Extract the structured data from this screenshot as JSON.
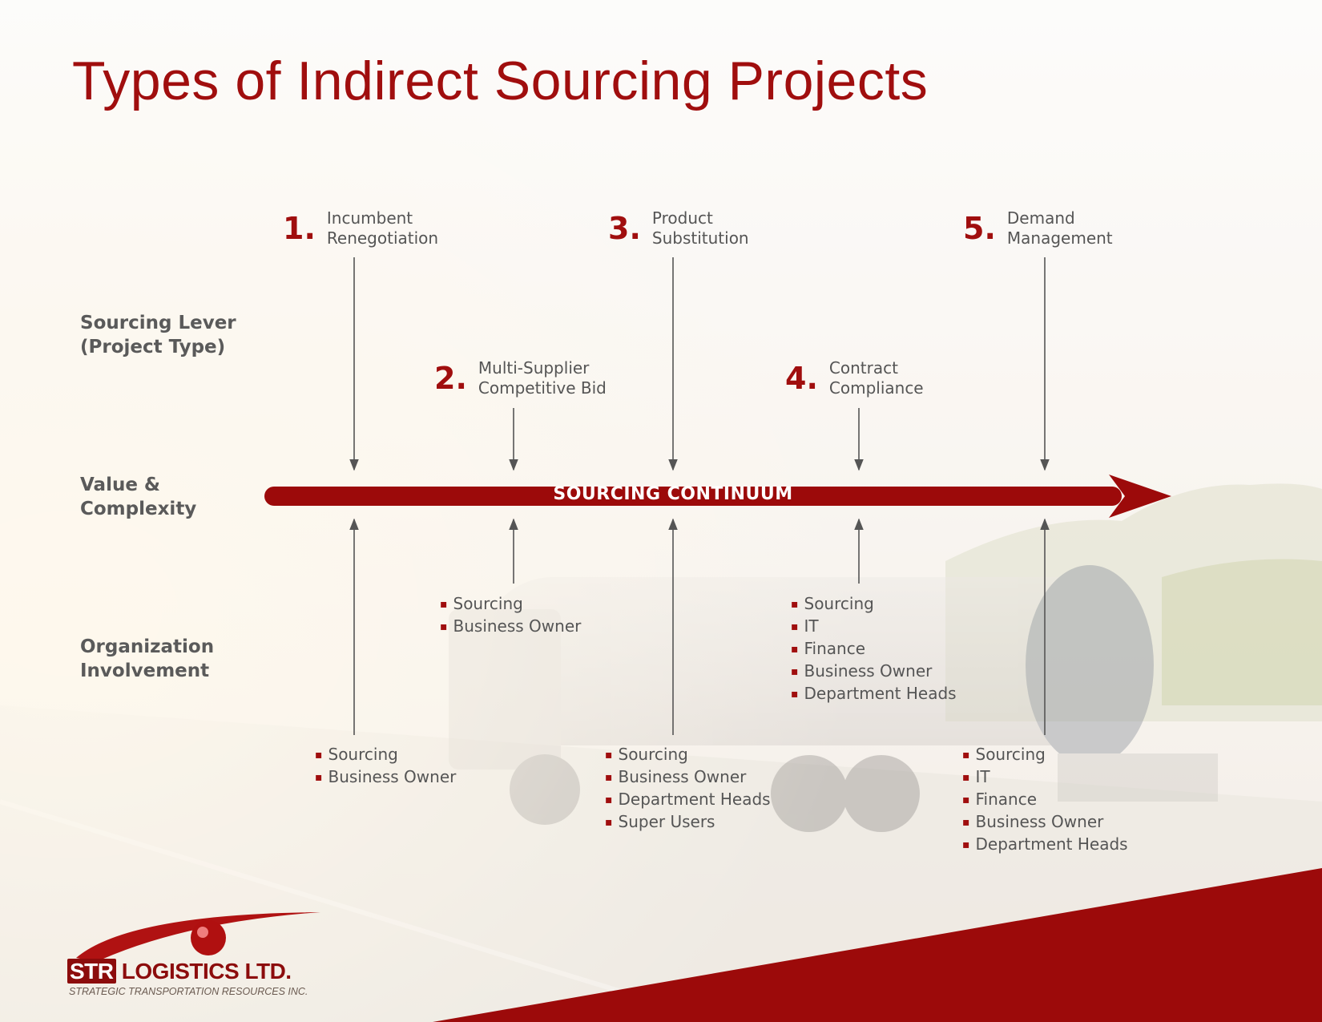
{
  "title": "Types of Indirect Sourcing Projects",
  "row_labels": {
    "sourcing_lever": [
      "Sourcing Lever",
      "(Project Type)"
    ],
    "value_complexity": [
      "Value &",
      "Complexity"
    ],
    "organization": [
      "Organization",
      "Involvement"
    ]
  },
  "continuum_label": "SOURCING CONTINUUM",
  "projects": [
    {
      "number": "1.",
      "lines": [
        "Incumbent",
        "Renegotiation"
      ],
      "involvement": [
        "Sourcing",
        "Business Owner"
      ]
    },
    {
      "number": "2.",
      "lines": [
        "Multi-Supplier",
        "Competitive Bid"
      ],
      "involvement": [
        "Sourcing",
        "Business Owner"
      ]
    },
    {
      "number": "3.",
      "lines": [
        "Product",
        "Substitution"
      ],
      "involvement": [
        "Sourcing",
        "Business Owner",
        "Department Heads",
        "Super Users"
      ]
    },
    {
      "number": "4.",
      "lines": [
        "Contract",
        "Compliance"
      ],
      "involvement": [
        "Sourcing",
        "IT",
        "Finance",
        "Business Owner",
        "Department Heads"
      ]
    },
    {
      "number": "5.",
      "lines": [
        "Demand",
        "Management"
      ],
      "involvement": [
        "Sourcing",
        "IT",
        "Finance",
        "Business Owner",
        "Department Heads"
      ]
    }
  ],
  "logo": {
    "prefix": "STR",
    "name": " LOGISTICS LTD.",
    "tagline": "STRATEGIC TRANSPORTATION RESOURCES INC."
  },
  "colors": {
    "accent": "#a00e0e",
    "text": "#555555",
    "arrow": "#555555"
  }
}
